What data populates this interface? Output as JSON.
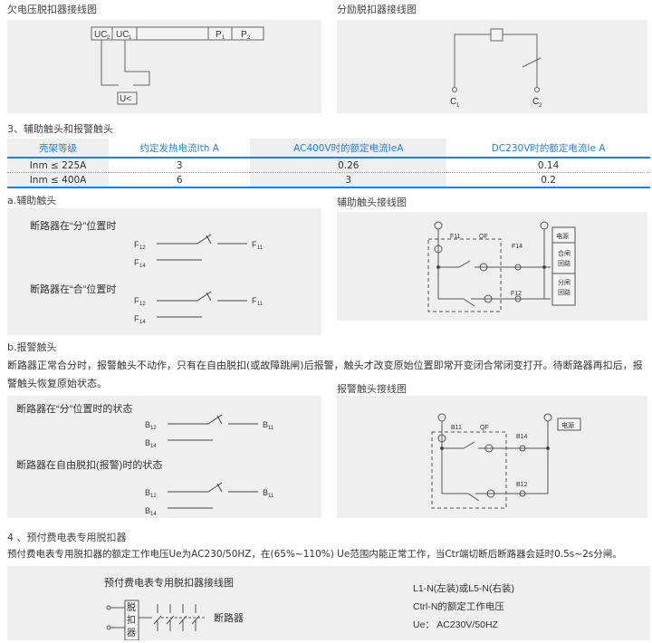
{
  "uv": {
    "title": "欠电压脱扣器接线图",
    "uc2": "UC",
    "uc1": "UC",
    "p1": "P",
    "p2": "P",
    "s2": "2",
    "s1": "1",
    "ulabel": "U<"
  },
  "shunt": {
    "title": "分励脱扣器接线图",
    "c1": "C",
    "c2": "C",
    "s1": "1",
    "s2": "2"
  },
  "sec3": {
    "title": "3、辅助触头和报警触头",
    "headers": [
      "壳架等级",
      "约定发热电流Ith A",
      "AC400V时的额定电流IeA",
      "DC230V时的额定电流Ie A"
    ],
    "rows": [
      [
        "Inm ≤ 225A",
        "3",
        "0.26",
        "0.14"
      ],
      [
        "Inm ≤ 400A",
        "6",
        "3",
        "0.2"
      ]
    ]
  },
  "aux": {
    "title": "a.辅助触头",
    "state_open": "断路器在“分”位置时",
    "state_closed": "断路器在“合”位置时",
    "f12": "F",
    "f11": "F",
    "f14": "F",
    "s12": "12",
    "s11": "11",
    "s14": "14",
    "wiring_title": "辅助触头接线图",
    "w_f11": "F11",
    "w_qf": "QF",
    "w_f14": "F14",
    "w_f12": "F12",
    "power": "电源",
    "close1": "合闸",
    "close2": "回路",
    "open1": "分闸",
    "open2": "回路"
  },
  "alarm": {
    "title": "b.报警触头",
    "desc": "断路器正常合分时，报警触头不动作，只有在自由脱扣(或故障跳闸)后报警，触头才改变原始位置即常开变闭合常闭变打开。待断路器再扣后，报警触头恢复原始状态。",
    "state_open": "断路器在“分”位置时的状态",
    "state_trip": "断路器在自由脱扣(报警)时的状态",
    "b12": "B",
    "b11": "B",
    "b14": "B",
    "s12": "12",
    "s11": "11",
    "s14": "14",
    "wiring_title": "报警触头接线图",
    "w_b11": "B11",
    "w_qf": "QF",
    "w_b14": "B14",
    "w_b12": "B12",
    "power": "电源"
  },
  "sec4": {
    "title": "4 、预付费电表专用脱扣器",
    "desc": "预付费电表专用脱扣器的额定工作电压Ue为AC230/50HZ，在(65%~110%) Ue范围内能正常工作，当Ctr端切断后断路器会延时0.5s~2s分闸。",
    "diagram_title": "预付费电表专用脱扣器接线图",
    "trip1": "脱",
    "trip2": "扣",
    "trip3": "器",
    "breaker": "断路器",
    "note1": "L1-N(左装)或L5-N(右装)",
    "note2": "Ctrl-N的额定工作电压",
    "note3": "Ue：  AC230V/50HZ"
  }
}
